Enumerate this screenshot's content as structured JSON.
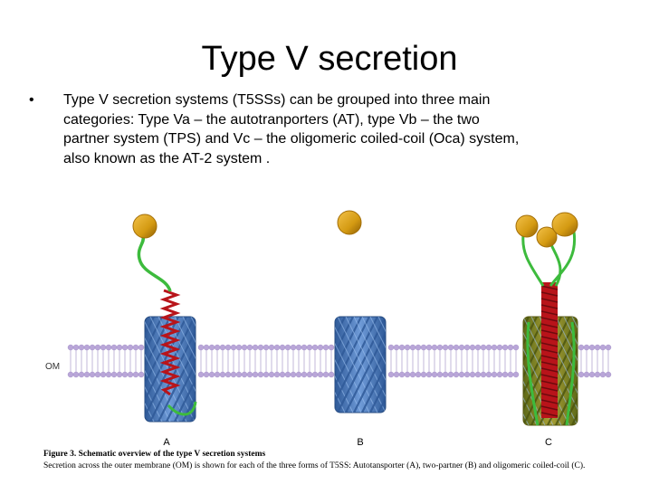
{
  "slide": {
    "title": "Type V  secretion",
    "bullet_symbol": "•",
    "bullet_line1": "Type V secretion  systems  (T5SSs) can be grouped  into  three main",
    "bullet_line2": "categories:  Type Va – the autotranporters  (AT),  type Vb – the  two",
    "bullet_line3": "partner  system  (TPS) and Vc – the oligomeric  coiled-coil  (Oca) system,",
    "bullet_line4": "also known  as the AT-2 system ."
  },
  "figure": {
    "membrane_label": "OM",
    "panel_a_label": "A",
    "panel_b_label": "B",
    "panel_c_label": "C",
    "caption_title": "Figure 3. Schematic overview  of the type  V  secretion systems",
    "caption_text": "Secretion across the outer membrane (OM) is shown for each of the three forms of T5SS:  Autotansporter (A), two-partner (B) and oligomeric coiled-coil (C).",
    "colors": {
      "membrane_head": "#b9a6d8",
      "membrane_stroke": "#9a88c2",
      "barrel_blue": "#4f7fc4",
      "barrel_dark": "#2f5a98",
      "passenger_gold": "#d49a12",
      "passenger_dark": "#a46f08",
      "linker_green": "#3dbb3d",
      "helix_red": "#b8141a",
      "trimer_olive": "#8a8a24"
    }
  }
}
